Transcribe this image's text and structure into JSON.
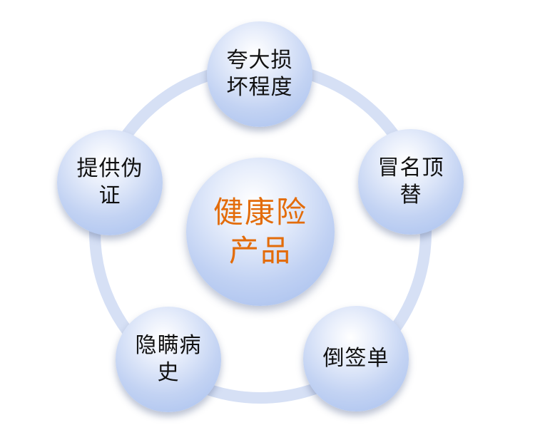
{
  "center": {
    "label": "健康险产品"
  },
  "nodes": [
    {
      "id": "exaggerate",
      "label": "夸大损坏程度"
    },
    {
      "id": "impersonate",
      "label": "冒名顶替"
    },
    {
      "id": "backdate",
      "label": "倒签单"
    },
    {
      "id": "conceal",
      "label": "隐瞒病史"
    },
    {
      "id": "falsify",
      "label": "提供伪证"
    }
  ],
  "colors": {
    "center_text": "#e36c0a",
    "node_text": "#111111",
    "ring": "#d6e0f5"
  }
}
